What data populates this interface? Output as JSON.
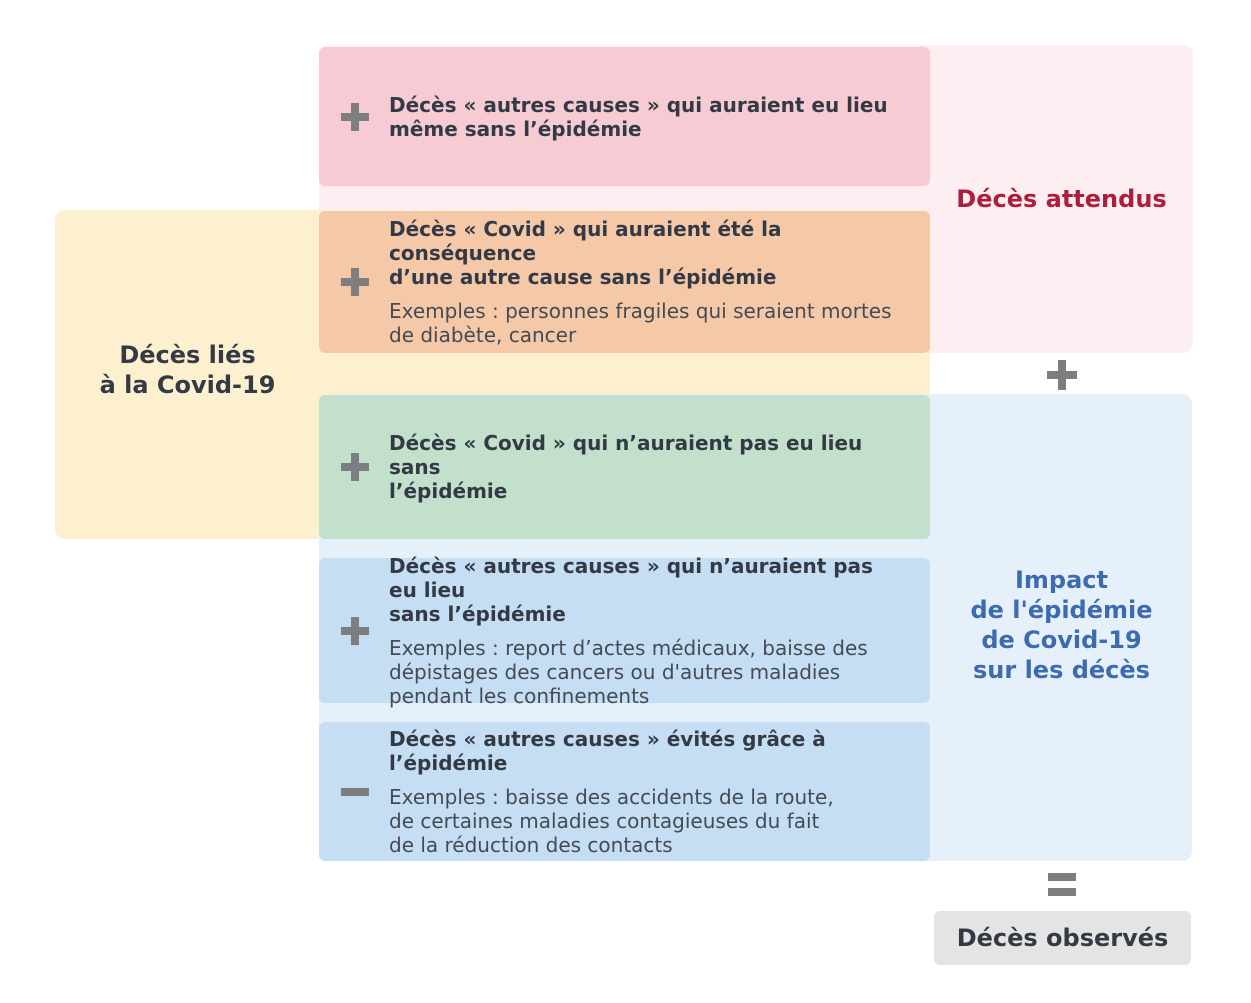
{
  "rows": [
    {
      "sign": "plus",
      "title": "Décès « autres causes » qui auraient eu lieu\nmême sans l’épidémie",
      "description": ""
    },
    {
      "sign": "plus",
      "title": "Décès « Covid » qui auraient été la conséquence\nd’une autre cause sans l’épidémie",
      "description": "Exemples : personnes fragiles qui seraient mortes\nde diabète, cancer"
    },
    {
      "sign": "plus",
      "title": "Décès « Covid » qui n’auraient pas eu lieu sans\nl’épidémie",
      "description": ""
    },
    {
      "sign": "plus",
      "title": "Décès « autres causes » qui n’auraient pas eu lieu\nsans l’épidémie",
      "description": "Exemples : report d’actes médicaux, baisse des\ndépistages des cancers ou d'autres maladies\npendant les confinements"
    },
    {
      "sign": "minus",
      "title": "Décès « autres causes » évités grâce à l’épidémie",
      "description": "Exemples : baisse des accidents de la route,\nde certaines maladies contagieuses du fait\nde la réduction des contacts"
    }
  ],
  "labels": {
    "covid_related": "Décès liés\nà la Covid-19",
    "expected": "Décès attendus",
    "impact": "Impact\nde l'épidémie\nde Covid-19\nsur les décès",
    "observed": "Décès observés"
  },
  "colors": {
    "expected_panel": "#fdeef1",
    "covid_panel": "#fdf0cf",
    "impact_panel": "#e6f0fa",
    "row_other_causes_expected": "#f6cbd3",
    "row_covid_expected": "#f5c9a8",
    "row_covid_excess": "#c2e0cb",
    "row_other_causes_impact": "#c5def4",
    "expected_label": "#ad1e3d",
    "impact_label": "#3c6bb0",
    "operator": "#7e7e80",
    "observed_box": "#e4e4e4"
  },
  "icons": {
    "plus": "plus-icon",
    "minus": "minus-icon",
    "equals": "equals-icon"
  }
}
